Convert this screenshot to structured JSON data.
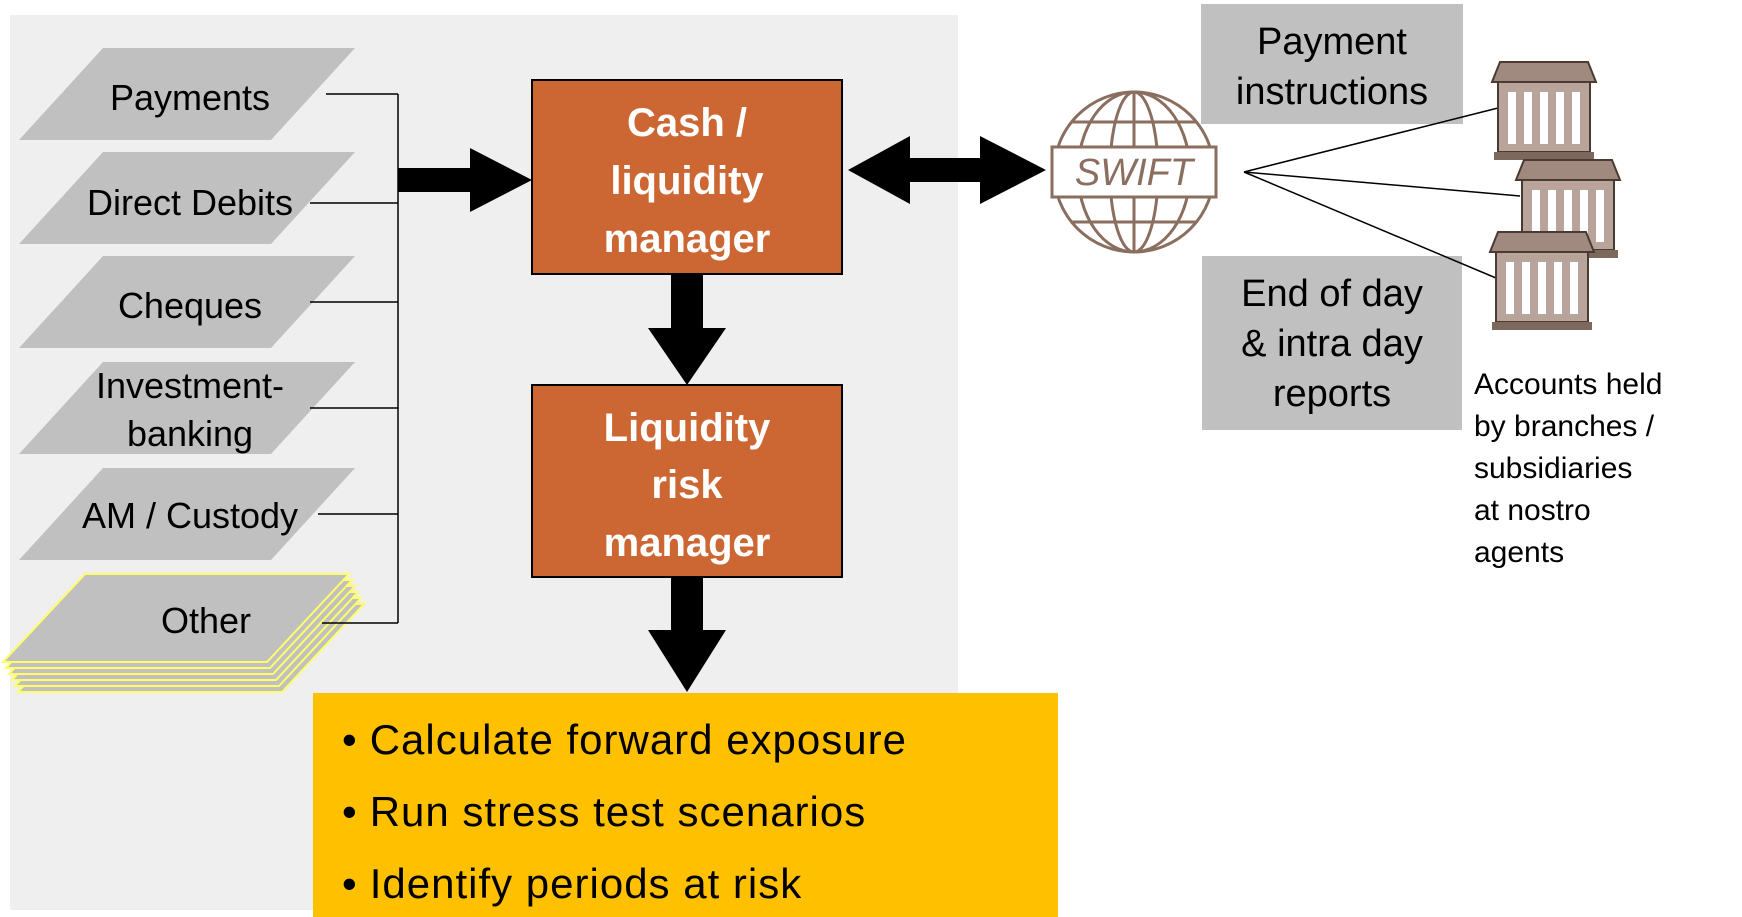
{
  "sources": [
    {
      "label": [
        "Payments"
      ]
    },
    {
      "label": [
        "Direct Debits"
      ]
    },
    {
      "label": [
        "Cheques"
      ]
    },
    {
      "label": [
        "Investment-",
        "banking"
      ]
    },
    {
      "label": [
        "AM / Custody"
      ]
    },
    {
      "label": [
        "Other"
      ]
    }
  ],
  "cash_manager": {
    "lines": [
      "Cash /",
      "liquidity",
      "manager"
    ]
  },
  "risk_manager": {
    "lines": [
      "Liquidity",
      "risk",
      "manager"
    ]
  },
  "bullets": [
    "Calculate forward exposure",
    "Run stress test scenarios",
    "Identify periods at risk"
  ],
  "bullet_glyph": "•",
  "swift_label": "SWIFT",
  "payment_instructions": {
    "lines": [
      "Payment",
      "instructions"
    ]
  },
  "reports": {
    "lines": [
      "End of day",
      "& intra day",
      "reports"
    ]
  },
  "accounts_note": {
    "lines": [
      "Accounts held",
      "by branches /",
      "subsidiaries",
      "at nostro",
      "agents"
    ]
  },
  "colors": {
    "panel": "#efefef",
    "source_fill": "#c0c0c0",
    "other_edge": "#ffff66",
    "manager_box": "#cc6633",
    "bullets_box": "#ffc000",
    "gray_box": "#c0c0c0",
    "swift": "#8a6e5f",
    "bank": "#a08a80"
  }
}
